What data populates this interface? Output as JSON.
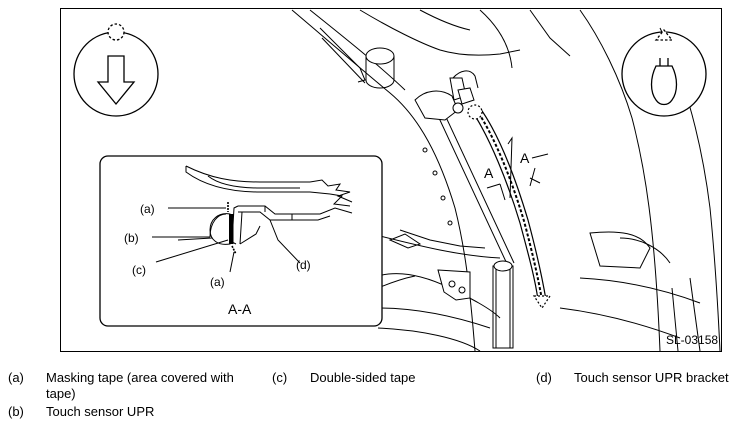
{
  "figure": {
    "section_label": "A-A",
    "arrow_label_1": "A",
    "arrow_label_2": "A",
    "code": "SL-03158"
  },
  "callouts": {
    "a_top": "(a)",
    "b": "(b)",
    "c": "(c)",
    "a_bottom": "(a)",
    "d": "(d)"
  },
  "legend": [
    {
      "key": "(a)",
      "text": "Masking tape (area covered with tape)"
    },
    {
      "key": "(c)",
      "text": "Double-sided tape"
    },
    {
      "key": "(d)",
      "text": "Touch sensor UPR bracket"
    },
    {
      "key": "(b)",
      "text": "Touch sensor UPR"
    }
  ],
  "icons": [
    "pull-down-arrow-icon",
    "pull-out-clip-icon"
  ]
}
